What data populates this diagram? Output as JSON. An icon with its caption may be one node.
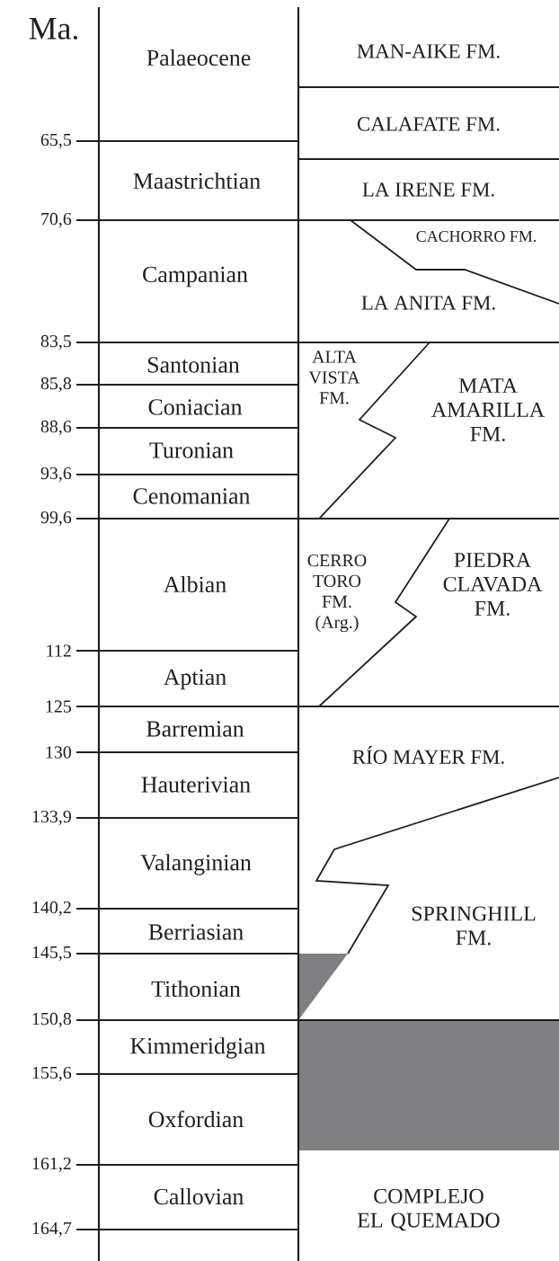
{
  "diagram": {
    "nodes": [
      {
        "text": [
          "Palaeocene"
        ]
      },
      {
        "text": [
          "MAN-AIKE FM."
        ]
      },
      {
        "text": [
          "CALAFATE FM."
        ]
      },
      {
        "text": [
          "Maastrichtian"
        ]
      },
      {
        "text": [
          "LA IRENE FM."
        ]
      },
      {
        "text": [
          "Campanian"
        ]
      },
      {
        "text": [
          "CACHORRO FM."
        ]
      },
      {
        "text": [
          "LA ANITA FM."
        ]
      },
      {
        "text": [
          "Santonian"
        ]
      },
      {
        "text": [
          "ALTA VISTA FM."
        ]
      },
      {
        "text": [
          "MATA AMARILLA FM."
        ]
      },
      {
        "text": [
          "Coniacian"
        ]
      },
      {
        "text": [
          "Turonian"
        ]
      },
      {
        "text": [
          "Cenomanian"
        ]
      },
      {
        "text": [
          "Albian"
        ]
      },
      {
        "text": [
          "CERRO TORO FM. (Arg.)"
        ]
      },
      {
        "text": [
          "PIEDRA CLAVADA FM."
        ]
      },
      {
        "text": [
          "Aptian"
        ]
      },
      {
        "text": [
          "Barremian"
        ]
      },
      {
        "text": [
          "RÍO MAYER FM."
        ]
      },
      {
        "text": [
          "Hauterivian"
        ]
      },
      {
        "text": [
          "Valanginian"
        ]
      },
      {
        "text": [
          "SPRINGHILL FM."
        ]
      },
      {
        "text": [
          "Berriasian"
        ]
      },
      {
        "text": [
          "Tithonian"
        ]
      },
      {
        "text": [
          "Kimmeridgian"
        ]
      },
      {
        "text": [
          "Oxfordian"
        ]
      },
      {
        "text": [
          "Callovian"
        ]
      },
      {
        "text": [
          "COMPLEJO EL QUEMADO"
        ]
      },
      {
        "text": [],
        "shape": "triangle"
      },
      {
        "text": [],
        "shape": "box"
      }
    ],
    "labels": [
      "Ma.",
      "65,5",
      "70,6",
      "83,5",
      "85,8",
      "88,6",
      "93,6",
      "99,6",
      "112",
      "125",
      "130",
      "133,9",
      "140,2",
      "145,5",
      "150,8",
      "155,6",
      "161,2",
      "164,7"
    ]
  }
}
